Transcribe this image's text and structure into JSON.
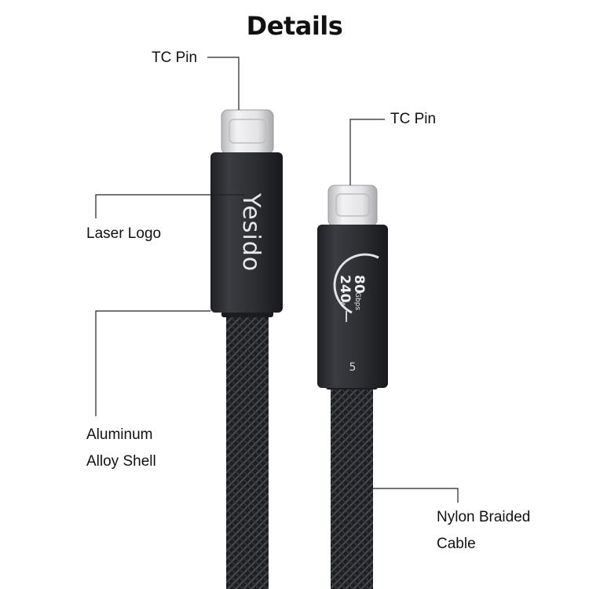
{
  "title": "Details",
  "labels": {
    "tc_pin_left": "TC Pin",
    "tc_pin_right": "TC Pin",
    "laser_logo": "Laser Logo",
    "aluminum_shell": [
      "Aluminum",
      "Alloy Shell"
    ],
    "nylon_cable": [
      "Nylon Braided",
      "Cable"
    ]
  },
  "product": {
    "brand_logo": "Yesido",
    "speed": "80",
    "speed_unit": "Gbps",
    "power": "240",
    "power_unit": "w",
    "usb_version": "5"
  },
  "colors": {
    "housing": "#2b2d31",
    "braid": "#1e1f22",
    "plug_metal": "#d8d8da",
    "leader_line": "#222222"
  }
}
